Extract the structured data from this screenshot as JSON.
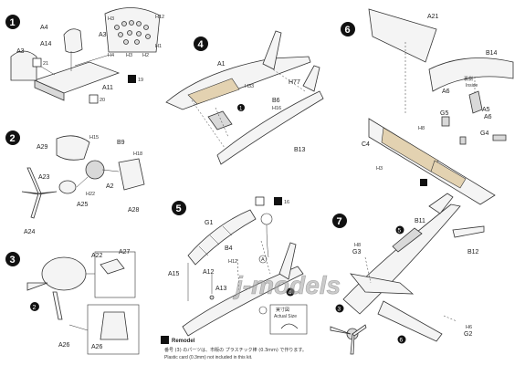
{
  "watermark": "j-models",
  "steps": [
    {
      "number": "1",
      "labels": [
        "A3",
        "A4",
        "A14",
        "A11",
        "A3",
        "H3",
        "H12",
        "H4",
        "H3",
        "H2",
        "H1"
      ],
      "marks": [
        "21",
        "19",
        "20"
      ]
    },
    {
      "number": "2",
      "labels": [
        "A29",
        "A23",
        "A25",
        "A24",
        "A2",
        "B9",
        "A28",
        "H22",
        "H15",
        "H18"
      ]
    },
    {
      "number": "3",
      "labels": [
        "A22",
        "A27",
        "A26",
        "A26"
      ],
      "sub": [
        "2"
      ]
    },
    {
      "number": "4",
      "labels": [
        "A1",
        "H77",
        "B6",
        "H16",
        "B13",
        "H33"
      ],
      "sub": [
        "1"
      ]
    },
    {
      "number": "5",
      "labels": [
        "G1",
        "B4",
        "A15",
        "A12",
        "A13",
        "H12",
        "A"
      ],
      "marks": [
        "16"
      ],
      "sub": [
        "4"
      ]
    },
    {
      "number": "6",
      "labels": [
        "A21",
        "B14",
        "A6",
        "G5",
        "G4",
        "A5",
        "A6",
        "C4",
        "H8",
        "H3"
      ],
      "misc": [
        "裏側",
        "Inside"
      ]
    },
    {
      "number": "7",
      "labels": [
        "B11",
        "B12",
        "G3",
        "G2",
        "H8",
        "H6"
      ],
      "sub": [
        "5",
        "3",
        "6"
      ]
    }
  ],
  "remodel": {
    "title": "Remodel",
    "line_jp": "番号 (3) のパーツは、市販の プラスチック棒 (0.3mm) で作ります。",
    "line_en": "Plastic card (0.3mm) not included in this kit."
  },
  "actual_size": {
    "jp": "実寸図",
    "en": "Actual Size"
  }
}
